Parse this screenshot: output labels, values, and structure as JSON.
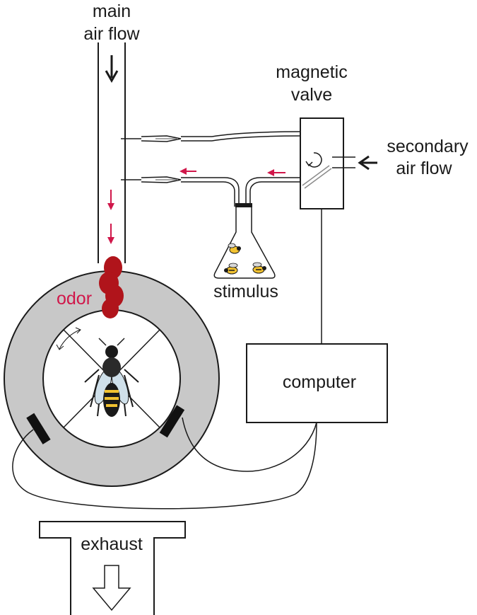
{
  "labels": {
    "main_air_flow_line1": "main",
    "main_air_flow_line2": "air flow",
    "magnetic_valve_line1": "magnetic",
    "magnetic_valve_line2": "valve",
    "secondary_air_flow_line1": "secondary",
    "secondary_air_flow_line2": "air flow",
    "stimulus": "stimulus",
    "odor": "odor",
    "computer": "computer",
    "exhaust": "exhaust"
  },
  "colors": {
    "odor_accent": "#d0174a",
    "odor_cloud": "#b0141b",
    "arena_ring": "#c8c8c8",
    "line": "#1a1a1a"
  }
}
